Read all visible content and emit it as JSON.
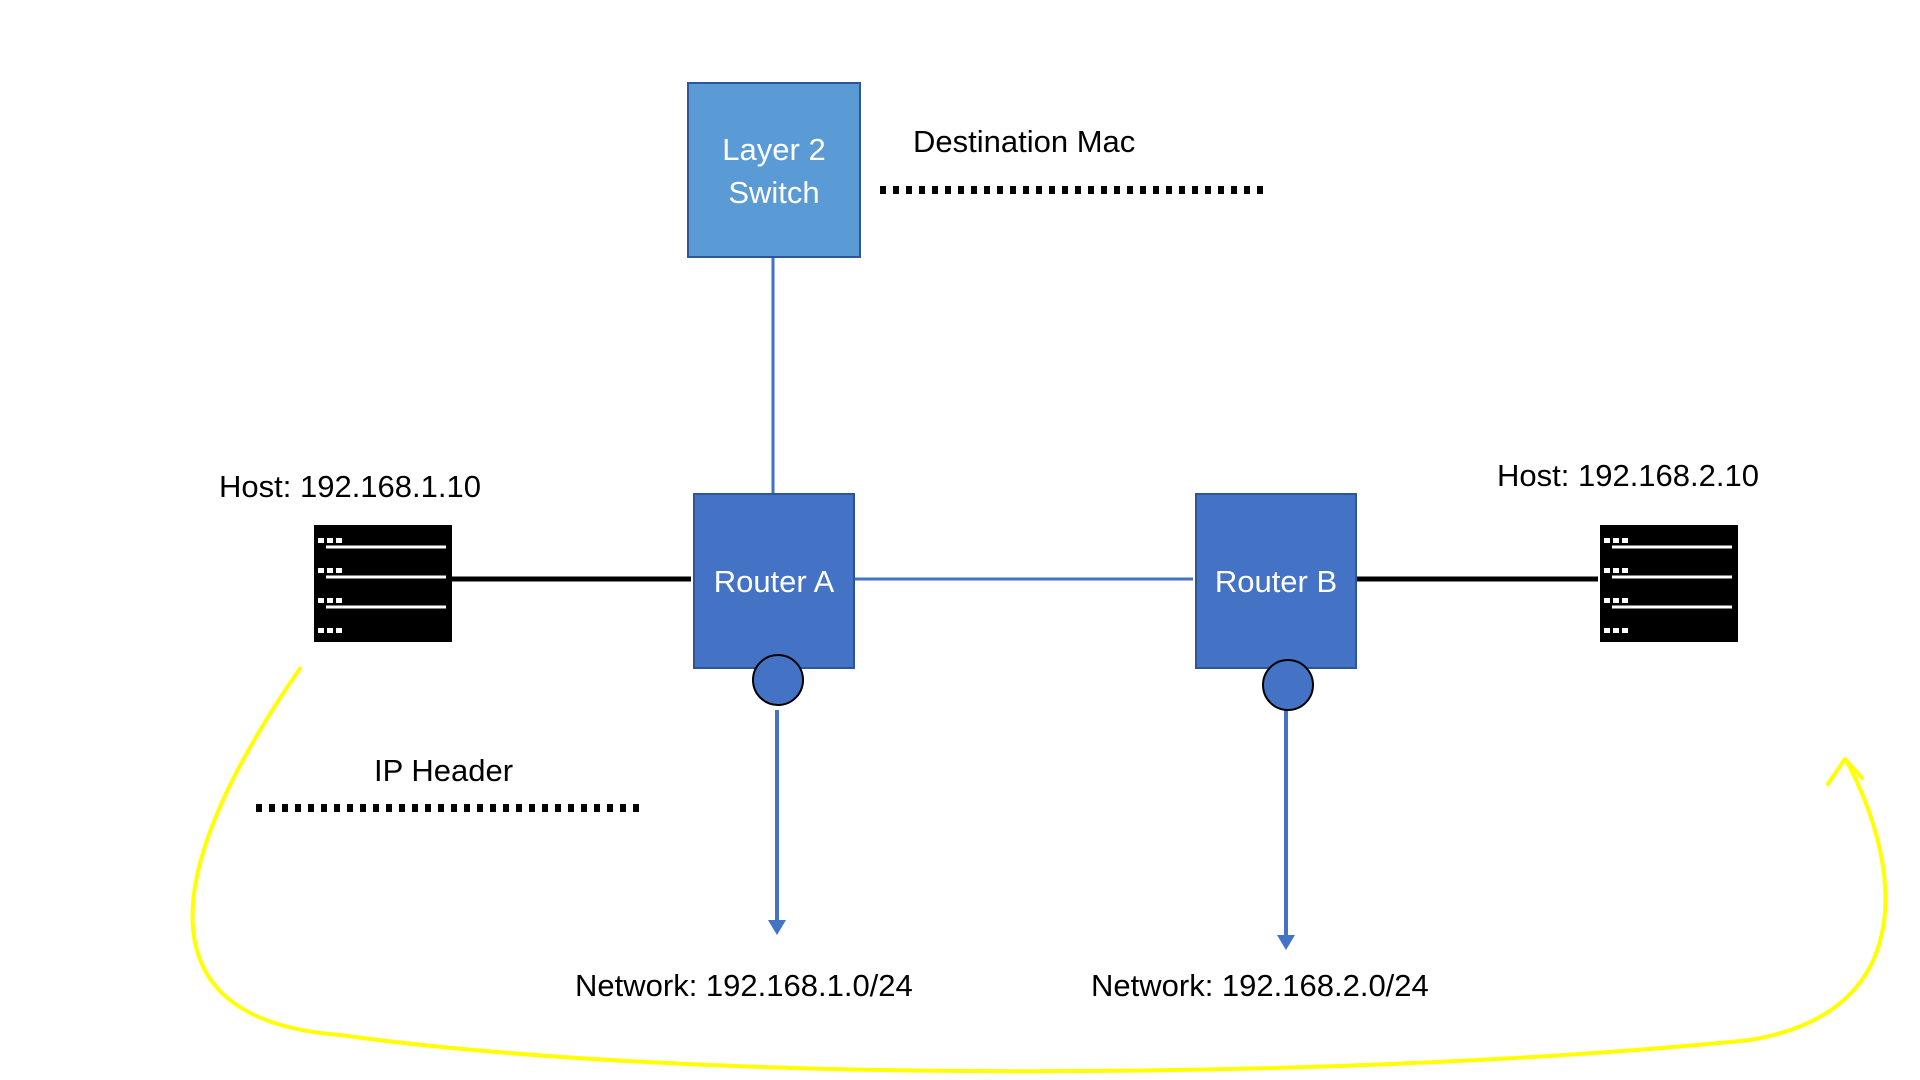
{
  "labels": {
    "switch_line1": "Layer 2",
    "switch_line2": "Switch",
    "destination_mac": "Destination Mac",
    "router_a": "Router A",
    "router_b": "Router B",
    "host_left": "Host: 192.168.1.10",
    "host_right": "Host: 192.168.2.10",
    "ip_header": "IP Header",
    "network_left": "Network: 192.168.1.0/24",
    "network_right": "Network: 192.168.2.0/24"
  },
  "colors": {
    "switch_fill": "#5b9bd5",
    "switch_stroke": "#2f5597",
    "router_fill": "#4472c4",
    "router_stroke": "#2f5597",
    "link_blue": "#4472c4",
    "link_black": "#000000",
    "arrow_yellow": "#ffff00",
    "dots": "#000000",
    "host_icon": "#000000"
  },
  "icons": {
    "host_left": "server-rack-icon",
    "host_right": "server-rack-icon"
  }
}
